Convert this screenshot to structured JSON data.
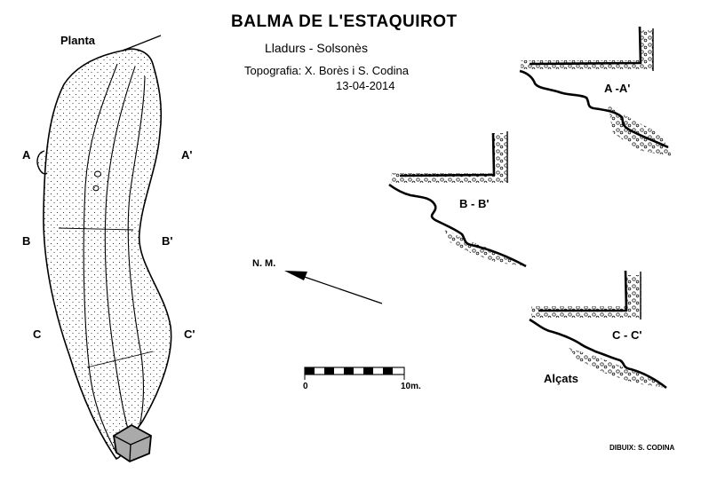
{
  "header": {
    "title": "BALMA DE L'ESTAQUIROT",
    "subtitle": "Lladurs  -  Solsonès",
    "survey": "Topografia: X. Borès i S. Codina",
    "date": "13-04-2014"
  },
  "plan": {
    "label": "Planta",
    "markers": {
      "a": "A",
      "a_prime": "A'",
      "b": "B",
      "b_prime": "B'",
      "c": "C",
      "c_prime": "C'"
    }
  },
  "sections": {
    "aa_label": "A -A'",
    "bb_label": "B - B'",
    "cc_label": "C - C'",
    "elevations_label": "Alçats"
  },
  "north": {
    "label": "N. M."
  },
  "scale": {
    "start": "0",
    "end": "10m."
  },
  "credit": {
    "drawing": "DIBUIX: S. CODINA"
  },
  "colors": {
    "ink": "#000000",
    "rock_fill": "#aaaaaa",
    "background": "#ffffff"
  }
}
